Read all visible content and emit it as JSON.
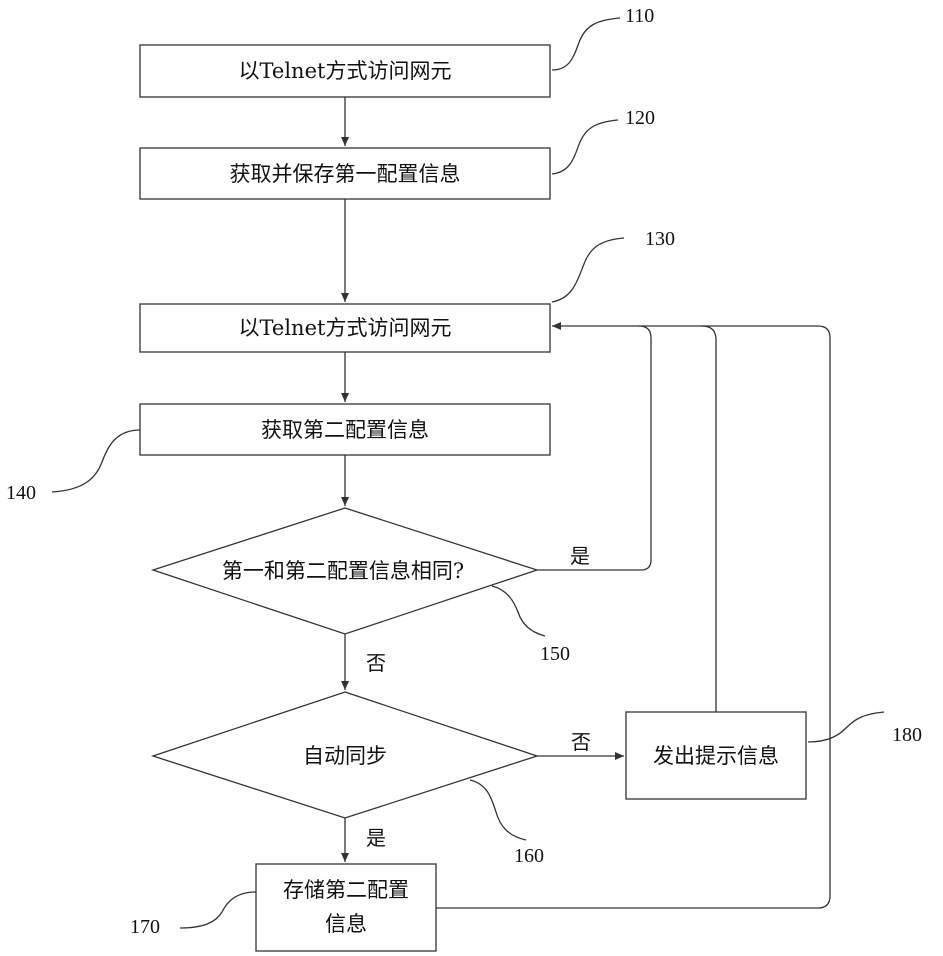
{
  "nodes": {
    "access_ne_1": "以Telnet方式访问网元",
    "get_save_config1": "获取并保存第一配置信息",
    "access_ne_2": "以Telnet方式访问网元",
    "get_config2": "获取第二配置信息",
    "compare_configs": "第一和第二配置信息相同?",
    "auto_sync": "自动同步",
    "store_config2_line1": "存储第二配置",
    "store_config2_line2": "信息",
    "send_prompt": "发出提示信息"
  },
  "edge_labels": {
    "compare_yes": "是",
    "compare_no": "否",
    "sync_no": "否",
    "sync_yes": "是"
  },
  "ref_numbers": {
    "r110": "110",
    "r120": "120",
    "r130": "130",
    "r140": "140",
    "r150": "150",
    "r160": "160",
    "r170": "170",
    "r180": "180"
  }
}
